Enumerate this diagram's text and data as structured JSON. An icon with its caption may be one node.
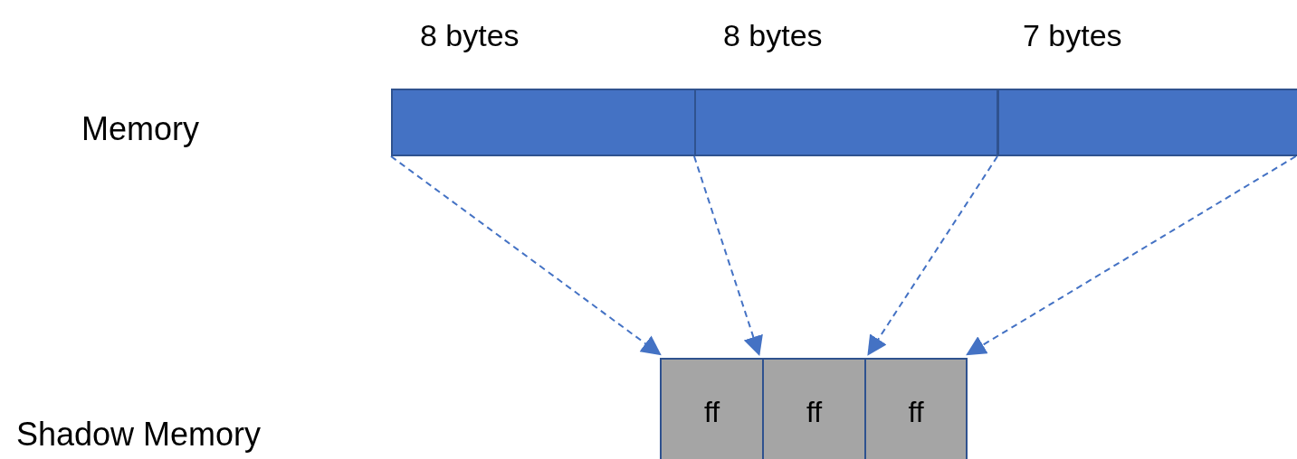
{
  "diagram": {
    "nodes": [
      {
        "text": [
          "8 bytes"
        ]
      },
      {
        "text": [
          "8 bytes"
        ]
      },
      {
        "text": [
          "7 bytes"
        ]
      },
      {
        "text": [
          "ff"
        ]
      },
      {
        "text": [
          "ff"
        ]
      },
      {
        "text": [
          "ff"
        ]
      }
    ],
    "edges": [
      {
        "from": 0,
        "to": 3,
        "arrow": "to",
        "style": "dashed"
      },
      {
        "from": 1,
        "to": 4,
        "arrow": "to",
        "style": "dashed"
      },
      {
        "from": 2,
        "to": 5,
        "arrow": "to",
        "style": "dashed"
      },
      {
        "from": 2,
        "to": 5,
        "arrow": "to",
        "style": "dashed"
      }
    ],
    "labels": [
      "Memory",
      "Shadow Memory"
    ]
  }
}
